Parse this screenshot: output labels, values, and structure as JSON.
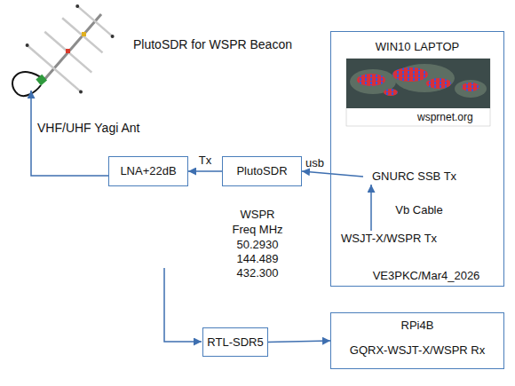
{
  "diagram": {
    "title": "PlutoSDR for WSPR Beacon",
    "nodes": [
      {
        "text": [
          "WIN10 LAPTOP"
        ]
      },
      {
        "text": [
          "LNA+22dB"
        ]
      },
      {
        "text": [
          "PlutoSDR"
        ]
      },
      {
        "text": [
          "GNURC SSB Tx"
        ],
        "in": 0
      },
      {
        "text": [
          "WSJT-X/WSPR Tx"
        ],
        "in": 0
      },
      {
        "text": [
          "RTL-SDR5"
        ]
      },
      {
        "text": [
          "RPi4B",
          "GQRX-WSJT-X/WSPR Rx"
        ]
      }
    ],
    "edges": [
      {
        "from": 2,
        "to": 1,
        "arrow": "to",
        "label": "Tx"
      },
      {
        "from": 3,
        "to": 2,
        "arrow": "to",
        "label": "usb"
      },
      {
        "from": 4,
        "to": 3,
        "arrow": "to",
        "label": "Vb Cable"
      },
      {
        "from": 5,
        "to": 6,
        "arrow": "to"
      }
    ],
    "labels": [
      "VHF/UHF Yagi Ant",
      "wsprnet.org",
      "WSPR",
      "Freq MHz",
      "50.2930",
      "144.489",
      "432.300",
      "VE3PKC/Mar4_2026"
    ]
  }
}
